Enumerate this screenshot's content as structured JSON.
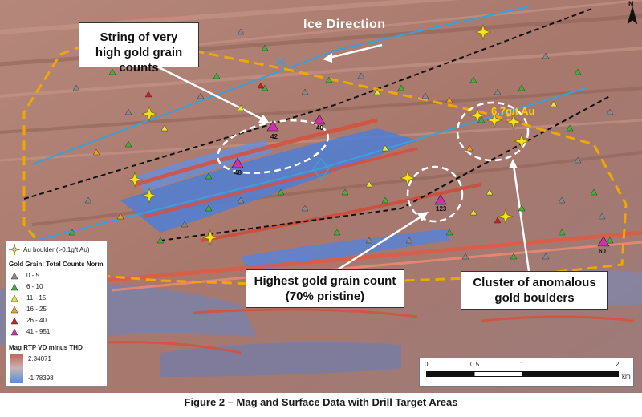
{
  "title_arrow_label": "Ice Direction",
  "gold_label": "6.7g/t Au",
  "callouts": {
    "string": "String of very high gold grain counts",
    "highest_line1": "Highest gold grain count",
    "highest_line2": "(70% pristine)",
    "cluster_line1": "Cluster of anomalous",
    "cluster_line2": "gold boulders"
  },
  "grain_counts": {
    "c42": "42",
    "c40": "40",
    "c48": "48",
    "c123": "123",
    "c60": "60"
  },
  "north": "N",
  "legend": {
    "boulder": "Au boulder (>0.1g/t Au)",
    "grain_title": "Gold Grain: Total Counts Norm",
    "classes": [
      "0 - 5",
      "6 - 10",
      "11 - 15",
      "16 - 25",
      "26 - 40",
      "41 - 951"
    ],
    "class_colors": [
      "#888888",
      "#3cb43c",
      "#e6e633",
      "#f0a020",
      "#cc2020",
      "#cc33aa"
    ],
    "mag_title": "Mag RTP VD minus THD",
    "mag_high": "2.34071",
    "mag_low": "-1.78398"
  },
  "scale": {
    "labels": [
      "0",
      "0.5",
      "1",
      "2"
    ],
    "unit": "km"
  },
  "caption": "Figure 2 – Mag and Surface Data with Drill Target Areas"
}
